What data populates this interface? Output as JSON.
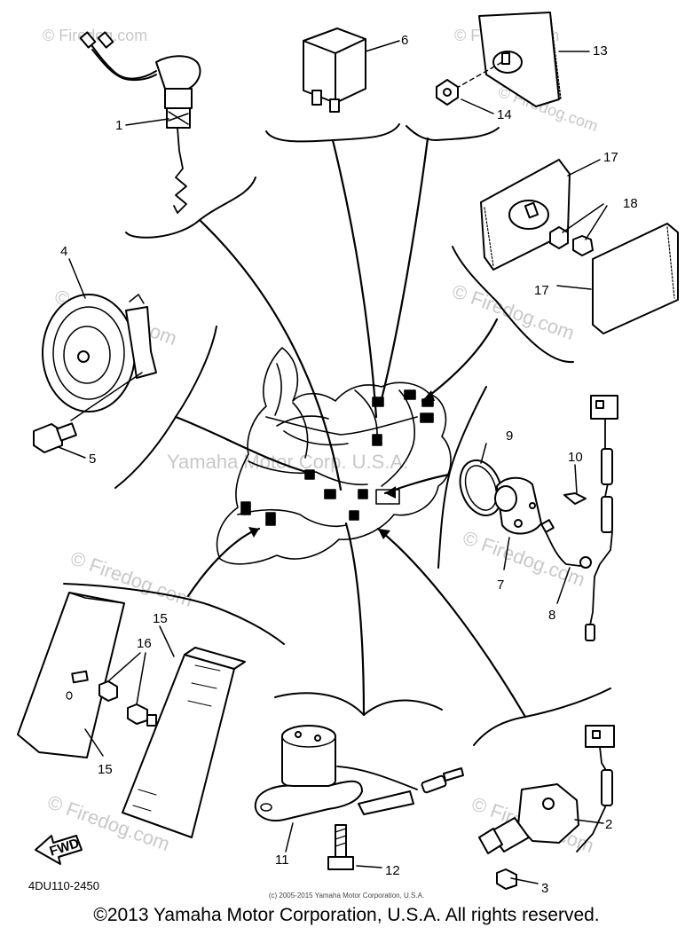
{
  "watermarks": {
    "brand": "© Firedog.com",
    "center": "Yamaha Motor Corp. U.S.A."
  },
  "callouts": {
    "p1": "1",
    "p2": "2",
    "p3": "3",
    "p4": "4",
    "p5": "5",
    "p6": "6",
    "p7": "7",
    "p8": "8",
    "p9": "9",
    "p10": "10",
    "p11": "11",
    "p12": "12",
    "p13": "13",
    "p14": "14",
    "p15a": "15",
    "p15b": "15",
    "p16": "16",
    "p17a": "17",
    "p17b": "17",
    "p18": "18"
  },
  "fwd_arrow_label": "FWD",
  "drawing_code": "4DU110-2450",
  "small_copyright": "(c) 2005-2015 Yamaha Motor Corporation, U.S.A.",
  "copyright": "©2013 Yamaha Motor Corporation, U.S.A. All rights reserved."
}
